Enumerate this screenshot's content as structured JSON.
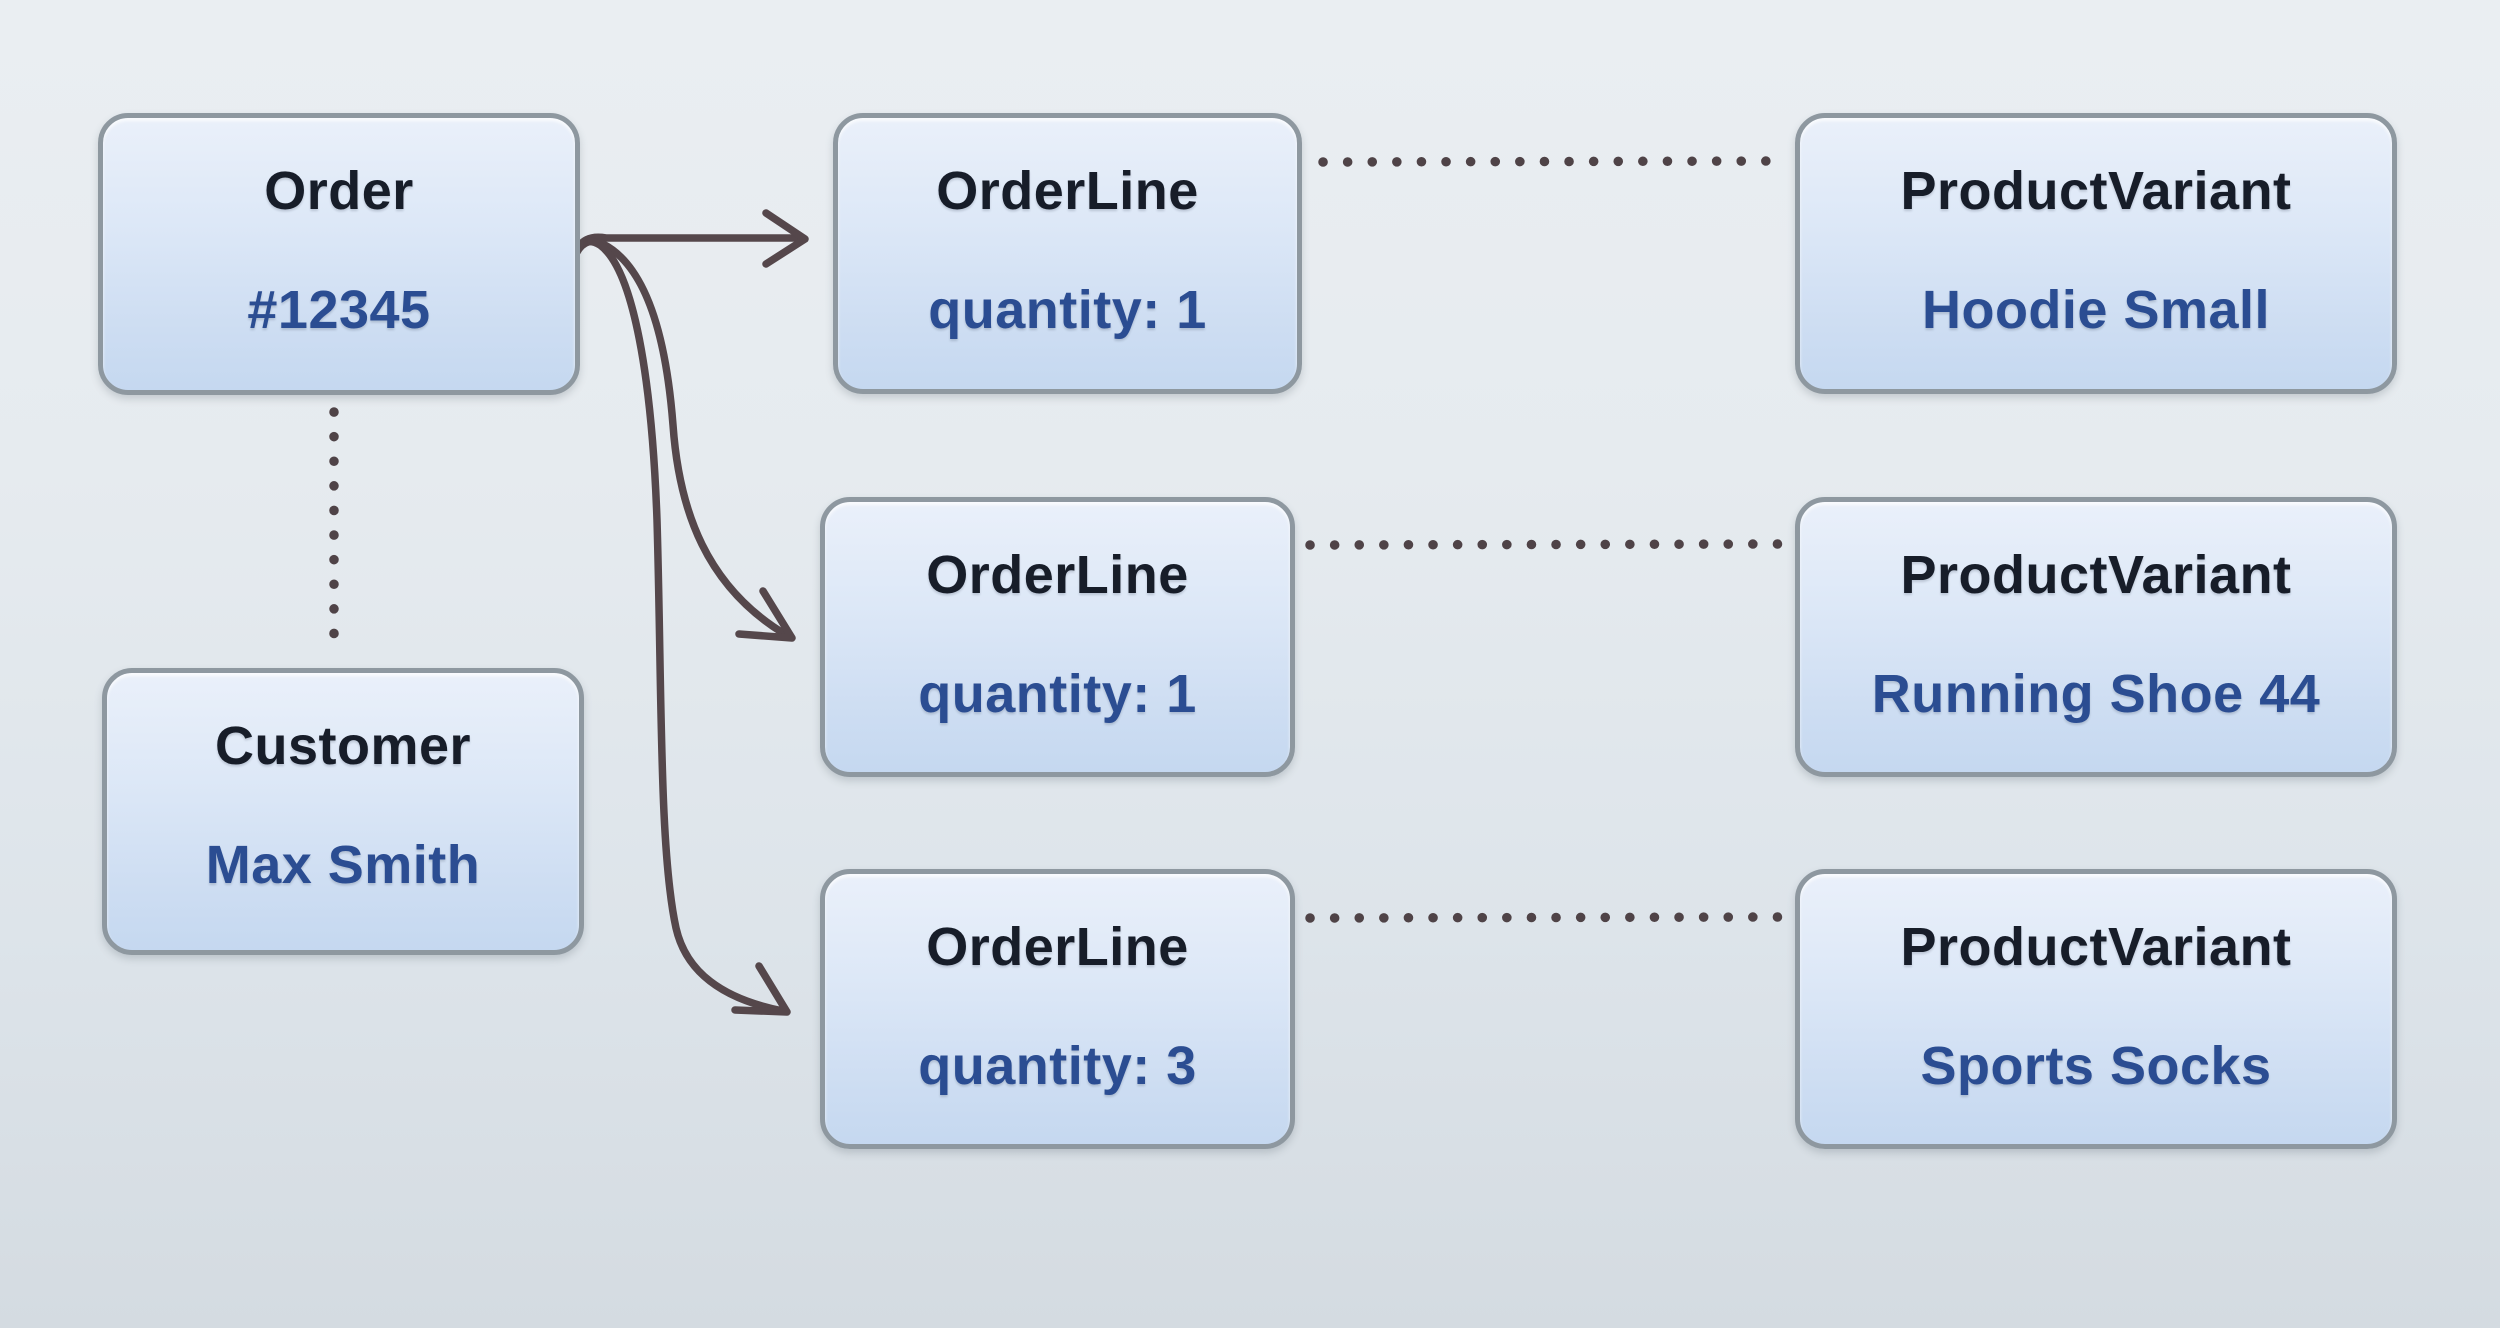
{
  "diagram": {
    "type": "object-relationship-diagram",
    "nodes": [
      {
        "id": "order",
        "title": "Order",
        "value": "#12345"
      },
      {
        "id": "customer",
        "title": "Customer",
        "value": "Max Smith"
      },
      {
        "id": "order-line-1",
        "title": "OrderLine",
        "value": "quantity: 1"
      },
      {
        "id": "order-line-2",
        "title": "OrderLine",
        "value": "quantity: 1"
      },
      {
        "id": "order-line-3",
        "title": "OrderLine",
        "value": "quantity: 3"
      },
      {
        "id": "product-variant-1",
        "title": "ProductVariant",
        "value": "Hoodie Small"
      },
      {
        "id": "product-variant-2",
        "title": "ProductVariant",
        "value": "Running Shoe 44"
      },
      {
        "id": "product-variant-3",
        "title": "ProductVariant",
        "value": "Sports Socks"
      }
    ],
    "edges": [
      {
        "from": "order",
        "to": "order-line-1",
        "style": "solid-arrow"
      },
      {
        "from": "order",
        "to": "order-line-2",
        "style": "solid-arrow"
      },
      {
        "from": "order",
        "to": "order-line-3",
        "style": "solid-arrow"
      },
      {
        "from": "order",
        "to": "customer",
        "style": "dotted"
      },
      {
        "from": "order-line-1",
        "to": "product-variant-1",
        "style": "dotted"
      },
      {
        "from": "order-line-2",
        "to": "product-variant-2",
        "style": "dotted"
      },
      {
        "from": "order-line-3",
        "to": "product-variant-3",
        "style": "dotted"
      }
    ],
    "colors": {
      "background_top": "#eaeef2",
      "background_bottom": "#d4dbe1",
      "node_fill_top": "#eaf0fa",
      "node_fill_bottom": "#c5d8f0",
      "node_border": "#8e98a0",
      "title_text": "#171d29",
      "value_text": "#2b4d92",
      "arrow_stroke": "#55474b",
      "dot_stroke": "#4f4347"
    }
  }
}
